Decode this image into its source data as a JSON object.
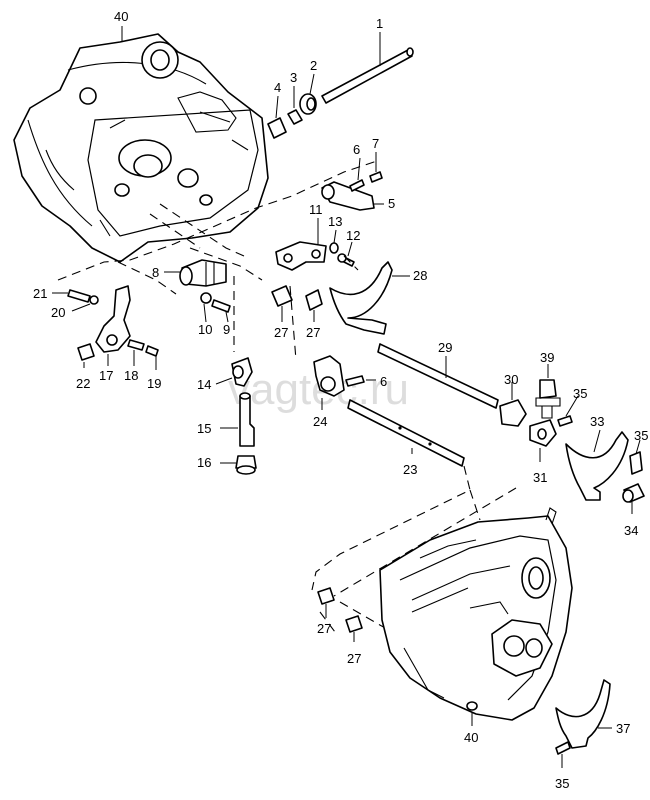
{
  "watermark": "vagtec.ru",
  "labels": {
    "l1": "1",
    "l2": "2",
    "l3": "3",
    "l4": "4",
    "l5": "5",
    "l6a": "6",
    "l6b": "6",
    "l7": "7",
    "l8": "8",
    "l9": "9",
    "l10": "10",
    "l11": "11",
    "l12": "12",
    "l13": "13",
    "l14": "14",
    "l15": "15",
    "l16": "16",
    "l17": "17",
    "l18": "18",
    "l19": "19",
    "l20": "20",
    "l21": "21",
    "l22": "22",
    "l23": "23",
    "l24": "24",
    "l27a": "27",
    "l27b": "27",
    "l27c": "27",
    "l27d": "27",
    "l28": "28",
    "l29": "29",
    "l30": "30",
    "l31": "31",
    "l33": "33",
    "l34": "34",
    "l35a": "35",
    "l35b": "35",
    "l35c": "35",
    "l37": "37",
    "l39": "39",
    "l40a": "40",
    "l40b": "40"
  }
}
